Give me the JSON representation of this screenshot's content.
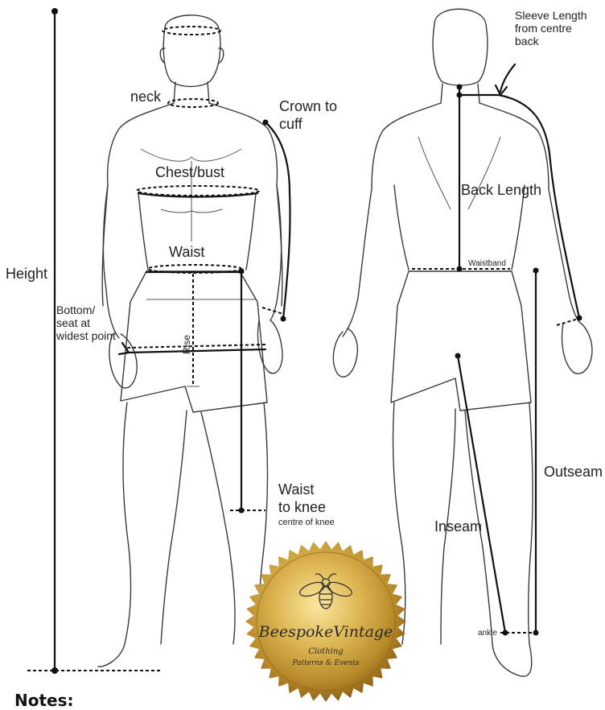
{
  "labels": {
    "height": "Height",
    "neck": "neck",
    "crown_to_cuff": [
      "Crown to",
      "cuff"
    ],
    "chest_bust": "Chest/bust",
    "waist": "Waist",
    "rise": "Rise",
    "bottom_seat": [
      "Bottom/",
      "seat at",
      "widest point"
    ],
    "waist_to_knee": [
      "Waist",
      "to knee"
    ],
    "centre_of_knee": "centre of knee",
    "sleeve_length": [
      "Sleeve Length",
      "from centre",
      "back"
    ],
    "back_length": "Back Length",
    "waistband": "Waistband",
    "outseam": "Outseam",
    "inseam": "Inseam",
    "ankle": "ankle"
  },
  "seal": {
    "brand": "BeespokeVintage",
    "line1": "Clothing",
    "line2": "Patterns & Events",
    "icon": "bee-icon",
    "color": "#c9a33a"
  },
  "notes": "Notes:"
}
